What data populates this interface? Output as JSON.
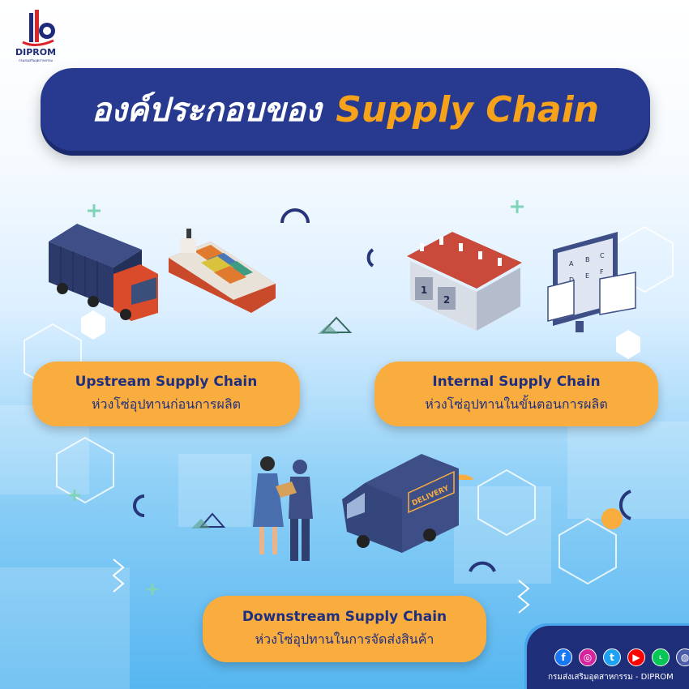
{
  "brand": {
    "logo_text": "DIPROM",
    "logo_subtext": "กรมส่งเสริมอุตสาหกรรม",
    "colors": {
      "navy": "#273a8f",
      "orange": "#f9ad3f",
      "title_highlight": "#f7a21b"
    }
  },
  "title": {
    "thai": "องค์ประกอบของ",
    "english": "Supply Chain"
  },
  "sections": [
    {
      "id": "upstream",
      "title": "Upstream Supply Chain",
      "subtitle": "ห่วงโซ่อุปทานก่อนการผลิต",
      "illustration": [
        "truck-icon",
        "cargo-ship-icon"
      ]
    },
    {
      "id": "internal",
      "title": "Internal Supply Chain",
      "subtitle": "ห่วงโซ่อุปทานในขั้นตอนการผลิต",
      "illustration": [
        "warehouse-icon",
        "monitor-schedule-icon"
      ]
    },
    {
      "id": "downstream",
      "title": "Downstream Supply Chain",
      "subtitle": "ห่วงโซ่อุปทานในการจัดส่งสินค้า",
      "illustration": [
        "delivery-people-icon",
        "delivery-van-icon"
      ]
    }
  ],
  "illustration_text": {
    "dock_1": "1",
    "dock_2": "2",
    "van_label": "DELIVERY",
    "board_cells": [
      "A",
      "B",
      "C",
      "D",
      "E",
      "F"
    ]
  },
  "social": {
    "icons": [
      "facebook-icon",
      "instagram-icon",
      "twitter-icon",
      "youtube-icon",
      "line-icon",
      "website-icon"
    ],
    "caption": "กรมส่งเสริมอุตสาหกรรม - DIPROM"
  }
}
